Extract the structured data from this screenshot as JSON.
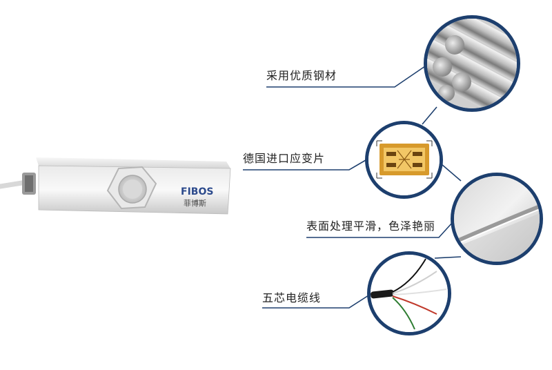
{
  "features": [
    {
      "label": "采用优质钢材"
    },
    {
      "label": "德国进口应变片"
    },
    {
      "label": "表面处理平滑，色泽艳丽"
    },
    {
      "label": "五芯电缆线"
    }
  ],
  "product": {
    "brand_logo": "FIBOS",
    "brand_cn": "菲博斯"
  },
  "colors": {
    "accent_line": "#1d3f6e",
    "circle_border": "#1d3f6e",
    "text": "#222222"
  }
}
